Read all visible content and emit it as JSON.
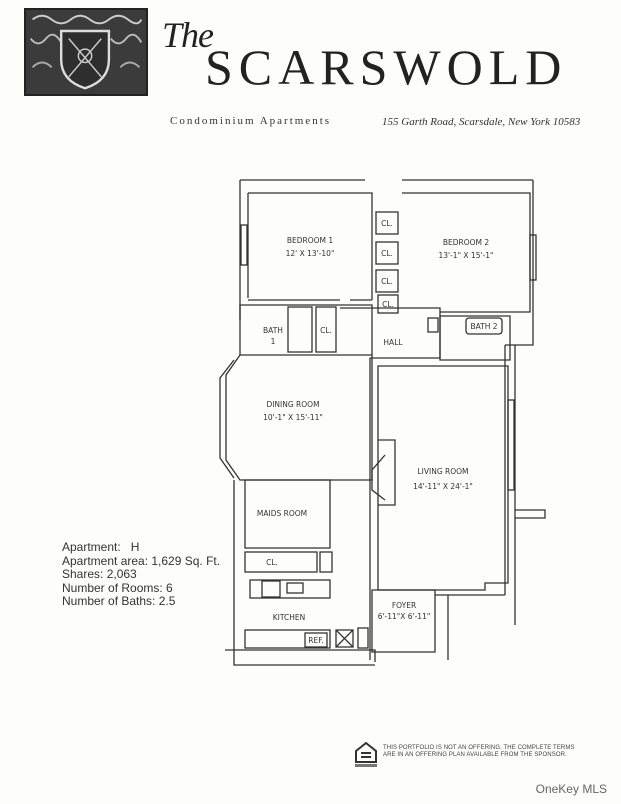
{
  "header": {
    "title_prefix": "The",
    "title": "SCARSWOLD",
    "subtitle": "Condominium Apartments",
    "address": "155 Garth Road, Scarsdale, New York 10583",
    "logo": "crest-logo"
  },
  "floorplan": {
    "rooms": [
      {
        "name": "BEDROOM 1",
        "dims": "12' X 13'-10\""
      },
      {
        "name": "BEDROOM 2",
        "dims": "13'-1\" X 15'-1\""
      },
      {
        "name": "DINING ROOM",
        "dims": "10'-1\" X 15'-11\""
      },
      {
        "name": "LIVING ROOM",
        "dims": "14'-11\" X 24'-1\""
      },
      {
        "name": "MAIDS ROOM",
        "dims": ""
      },
      {
        "name": "KITCHEN",
        "dims": ""
      },
      {
        "name": "FOYER",
        "dims": "6'-11\"X 6'-11\""
      },
      {
        "name": "HALL",
        "dims": ""
      },
      {
        "name": "BATH",
        "dims": "1"
      },
      {
        "name": "BATH 2",
        "dims": ""
      }
    ],
    "closet_label": "CL.",
    "ref_label": "REF."
  },
  "info": {
    "apartment": "Apartment:   H",
    "area": "Apartment area: 1,629 Sq. Ft.",
    "shares": "Shares: 2,063",
    "rooms": "Number of Rooms: 6",
    "baths": "Number of Baths: 2.5"
  },
  "footer": {
    "disclaimer_line1": "THIS PORTFOLIO IS NOT AN OFFERING. THE COMPLETE TERMS",
    "disclaimer_line2": "ARE IN AN OFFERING PLAN AVAILABLE FROM THE SPONSOR.",
    "eho_label": "EQUAL HOUSING OPPORTUNITY",
    "watermark": "OneKey MLS"
  }
}
